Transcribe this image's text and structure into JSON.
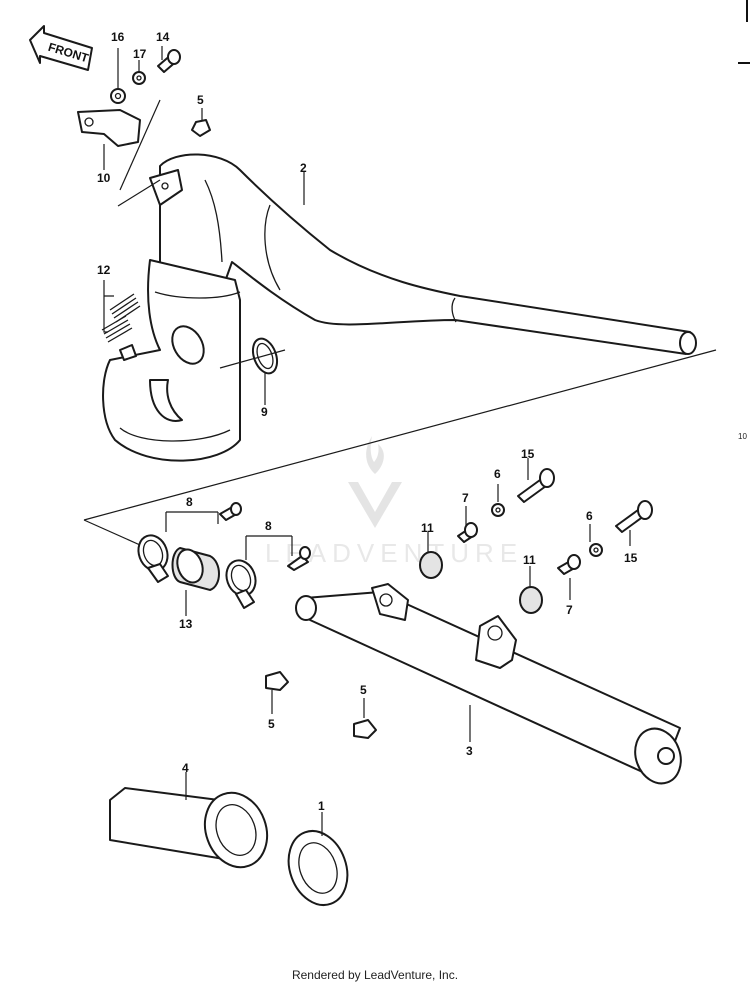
{
  "diagram": {
    "front_label": "FRONT",
    "callouts": {
      "c1": "1",
      "c2": "2",
      "c3": "3",
      "c4": "4",
      "c5a": "5",
      "c5b": "5",
      "c5c": "5",
      "c6a": "6",
      "c6b": "6",
      "c7a": "7",
      "c7b": "7",
      "c8a": "8",
      "c8b": "8",
      "c9": "9",
      "c10": "10",
      "c11a": "11",
      "c11b": "11",
      "c12": "12",
      "c13": "13",
      "c14": "14",
      "c15a": "15",
      "c15b": "15",
      "c16": "16",
      "c17": "17"
    },
    "watermark": "LEADVENTURE",
    "page_ref": "10"
  },
  "footer": {
    "text": "Rendered by LeadVenture, Inc."
  }
}
